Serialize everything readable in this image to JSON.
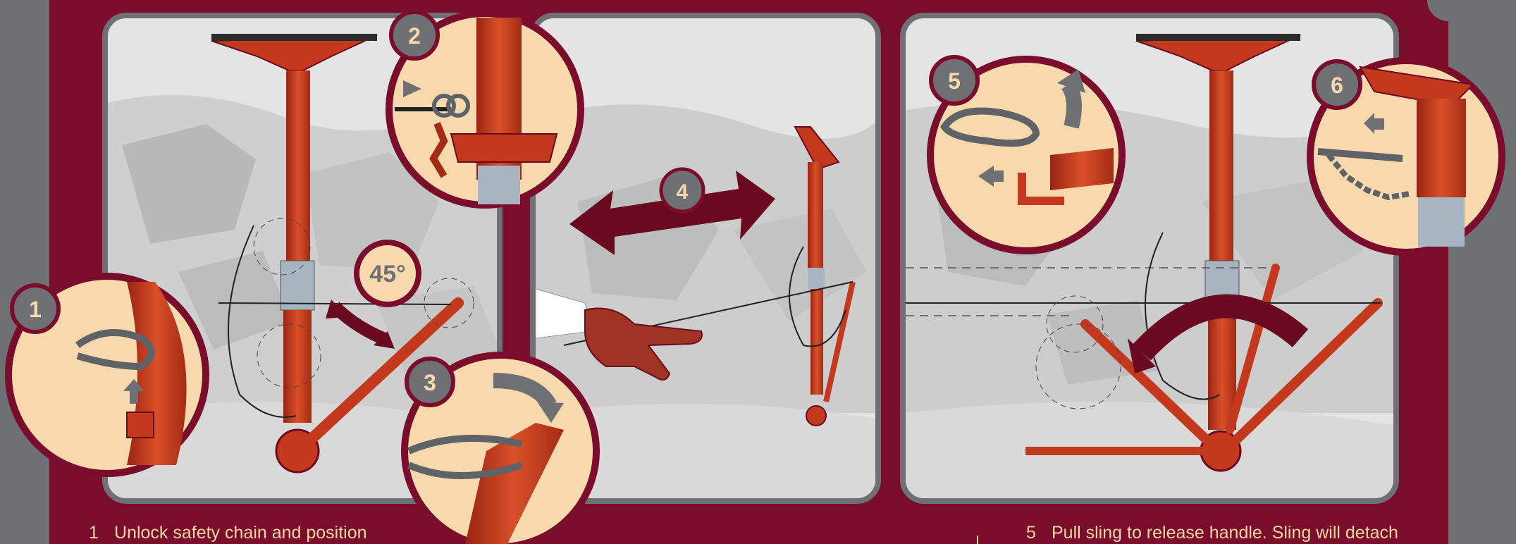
{
  "steps": [
    {
      "number": "1"
    },
    {
      "number": "2"
    },
    {
      "number": "3"
    },
    {
      "number": "4"
    },
    {
      "number": "5"
    },
    {
      "number": "6"
    }
  ],
  "angle_label": "45°",
  "captions": [
    {
      "number": "1",
      "text": "Unlock safety chain and position"
    },
    {
      "number": "5",
      "text": "Pull sling to release handle. Sling will detach"
    }
  ],
  "colors": {
    "frame": "#7a0c2c",
    "prop_red": "#c4391d",
    "callout_fill": "#f8d9ad",
    "badge_gray": "#6f7074",
    "arrow_dark": "#6a0a20",
    "caption_text": "#f3d7a3"
  }
}
